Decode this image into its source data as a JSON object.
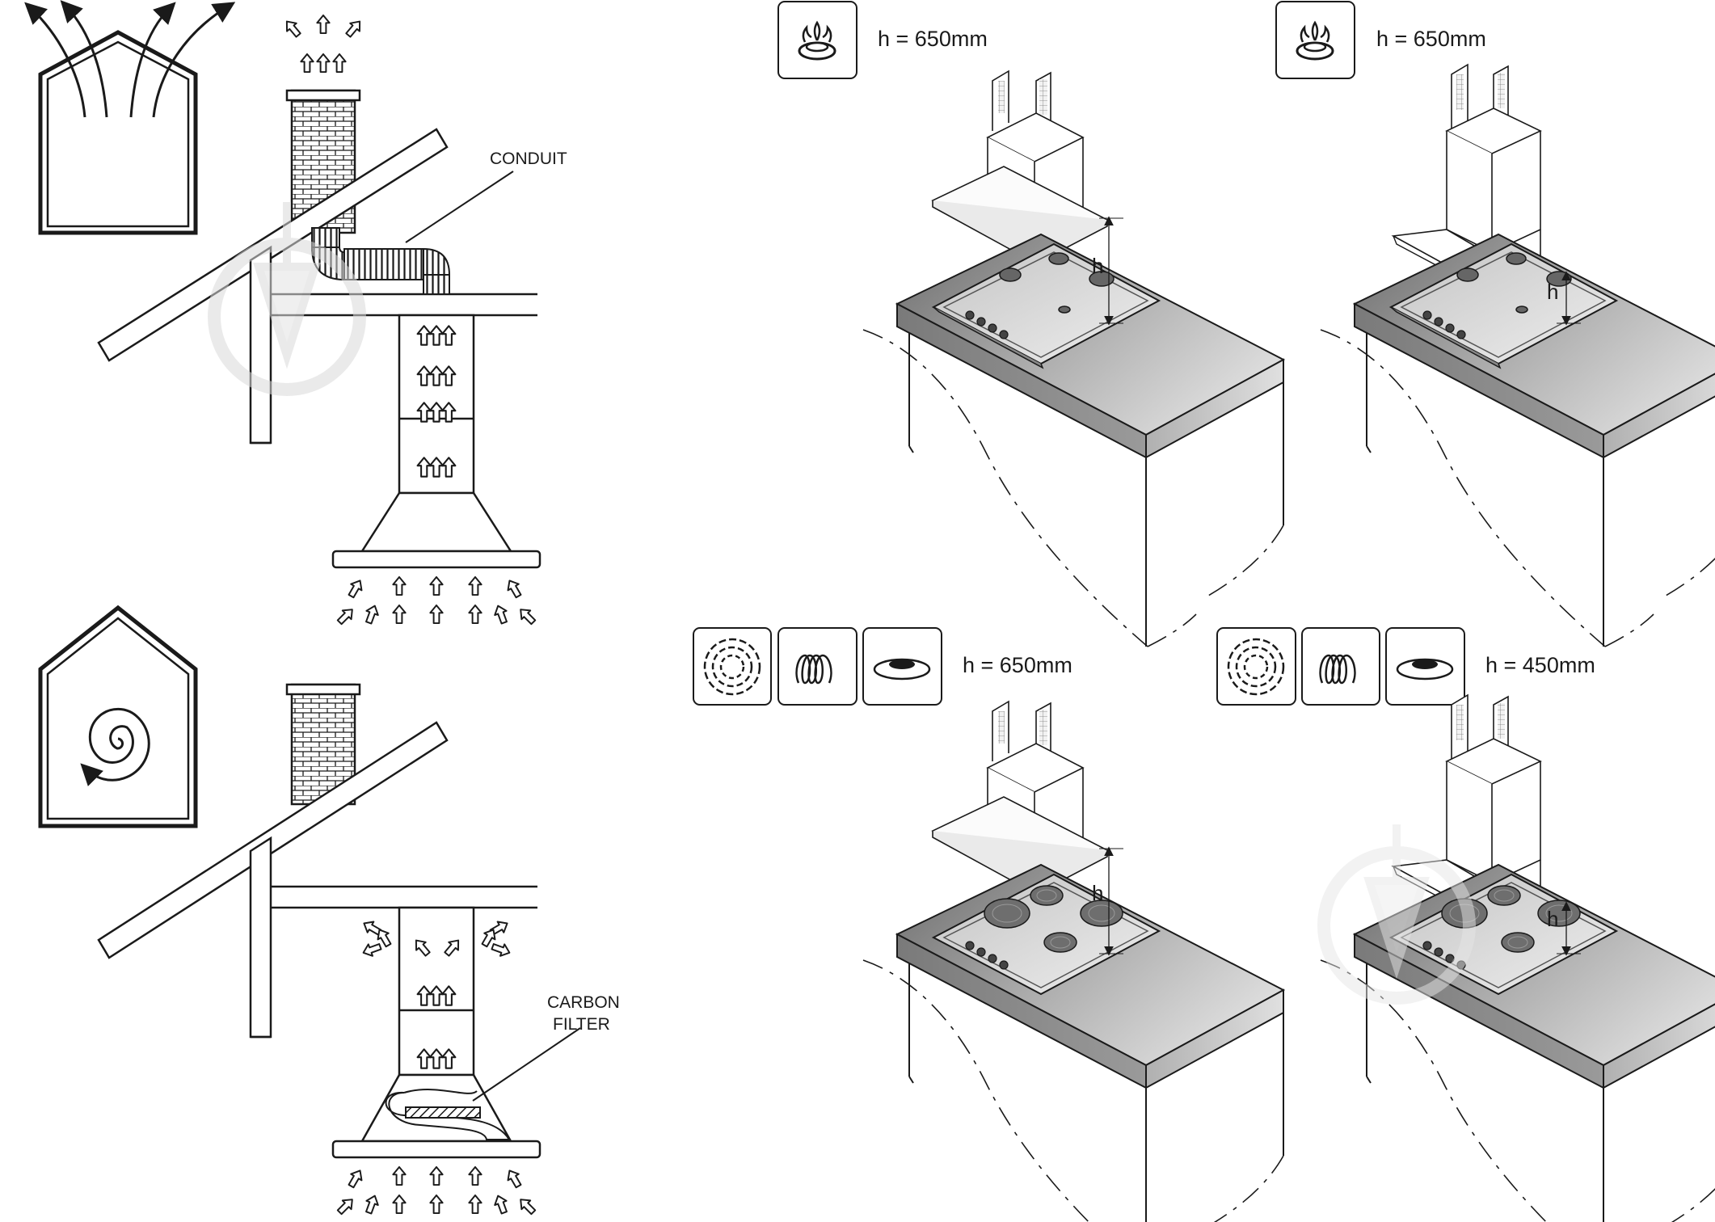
{
  "labels": {
    "conduit": "CONDUIT",
    "carbon_line1": "CARBON",
    "carbon_line2": "FILTER"
  },
  "panels": [
    {
      "height": "h = 650mm",
      "dim": "h",
      "icons": [
        "gas-burner-icon"
      ],
      "hood": "box-chimney-hood",
      "hob": "gas-hob"
    },
    {
      "height": "h = 650mm",
      "dim": "h",
      "icons": [
        "gas-burner-icon"
      ],
      "hood": "angled-glass-hood",
      "hob": "gas-hob"
    },
    {
      "height": "h = 650mm",
      "dim": "h",
      "icons": [
        "induction-coil-icon",
        "radiant-element-icon",
        "solid-plate-icon"
      ],
      "hood": "box-chimney-hood",
      "hob": "electric-hob"
    },
    {
      "height": "h = 450mm",
      "dim": "h",
      "icons": [
        "induction-coil-icon",
        "radiant-element-icon",
        "solid-plate-icon"
      ],
      "hood": "angled-glass-hood",
      "hob": "electric-hob"
    }
  ],
  "colors": {
    "line": "#1a1a1a",
    "steel_dark": "#6f6f6f",
    "steel_light": "#d2d2d2",
    "watermark": "#e4e4e4"
  }
}
